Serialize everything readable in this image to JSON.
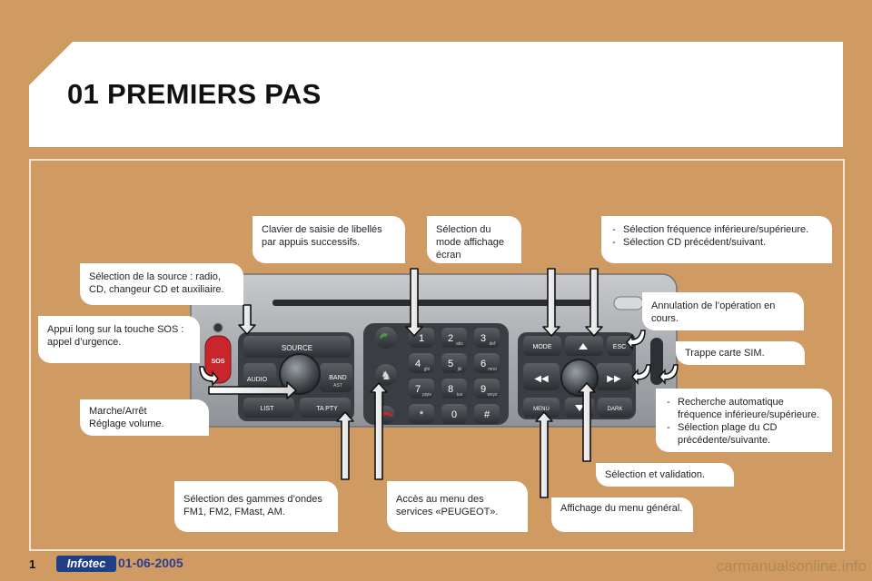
{
  "page": {
    "title": "01  PREMIERS PAS",
    "page_number": "1"
  },
  "footer": {
    "logo_text": "Infotec",
    "date": "01-06-2005",
    "watermark": "carmanualsonline.info"
  },
  "radio": {
    "source": "SOURCE",
    "audio": "AUDIO",
    "list": "LIST",
    "band": "BAND",
    "band_sub": "AST",
    "ta_pty": "TA PTY",
    "mode": "MODE",
    "esc": "ESC",
    "menu": "MENU",
    "dark": "DARK",
    "sos": "SOS",
    "keypad": [
      {
        "num": "1",
        "letters": ""
      },
      {
        "num": "2",
        "letters": "abc"
      },
      {
        "num": "3",
        "letters": "def"
      },
      {
        "num": "4",
        "letters": "ghi"
      },
      {
        "num": "5",
        "letters": "jkl"
      },
      {
        "num": "6",
        "letters": "mno"
      },
      {
        "num": "7",
        "letters": "pqrs"
      },
      {
        "num": "8",
        "letters": "tuv"
      },
      {
        "num": "9",
        "letters": "wxyz"
      },
      {
        "num": "*",
        "letters": ""
      },
      {
        "num": "0",
        "letters": ""
      },
      {
        "num": "#",
        "letters": ""
      }
    ]
  },
  "callouts": {
    "keypad": "Clavier de saisie de libellés par appuis successifs.",
    "display_mode": "Sélection du mode affichage écran",
    "frequency": [
      "Sélection fréquence inférieure/supérieure.",
      "Sélection CD précédent/suivant."
    ],
    "source": "Sélection de la source : radio, CD, changeur CD et auxiliaire.",
    "cancel": "Annulation de l’opération en cours.",
    "sos": "Appui long sur la touche SOS : appel d’urgence.",
    "sim": "Trappe carte SIM.",
    "power": [
      "Marche/Arrêt",
      "Réglage volume."
    ],
    "search": [
      "Recherche automatique fréquence inférieure/supérieure.",
      "Sélection plage du CD précédente/suivante."
    ],
    "validate": "Sélection et validation.",
    "bands": "Sélection des gammes d’ondes FM1, FM2, FMast, AM.",
    "services": "Accès au menu des services «PEUGEOT».",
    "main_menu": "Affichage du menu général."
  }
}
